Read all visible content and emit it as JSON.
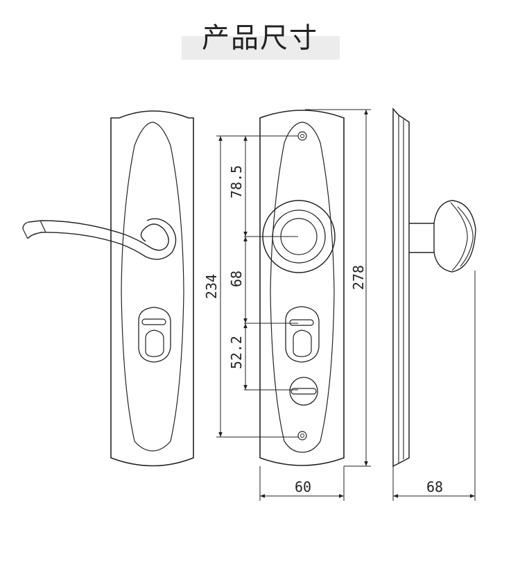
{
  "title": "产品尺寸",
  "dimensions": {
    "screw_to_handle": "78.5",
    "handle_to_cylinder": "68",
    "cylinder_to_thumbturn": "52.2",
    "screw_span": "234",
    "plate_height": "278",
    "plate_width": "60",
    "projection_depth": "68"
  }
}
